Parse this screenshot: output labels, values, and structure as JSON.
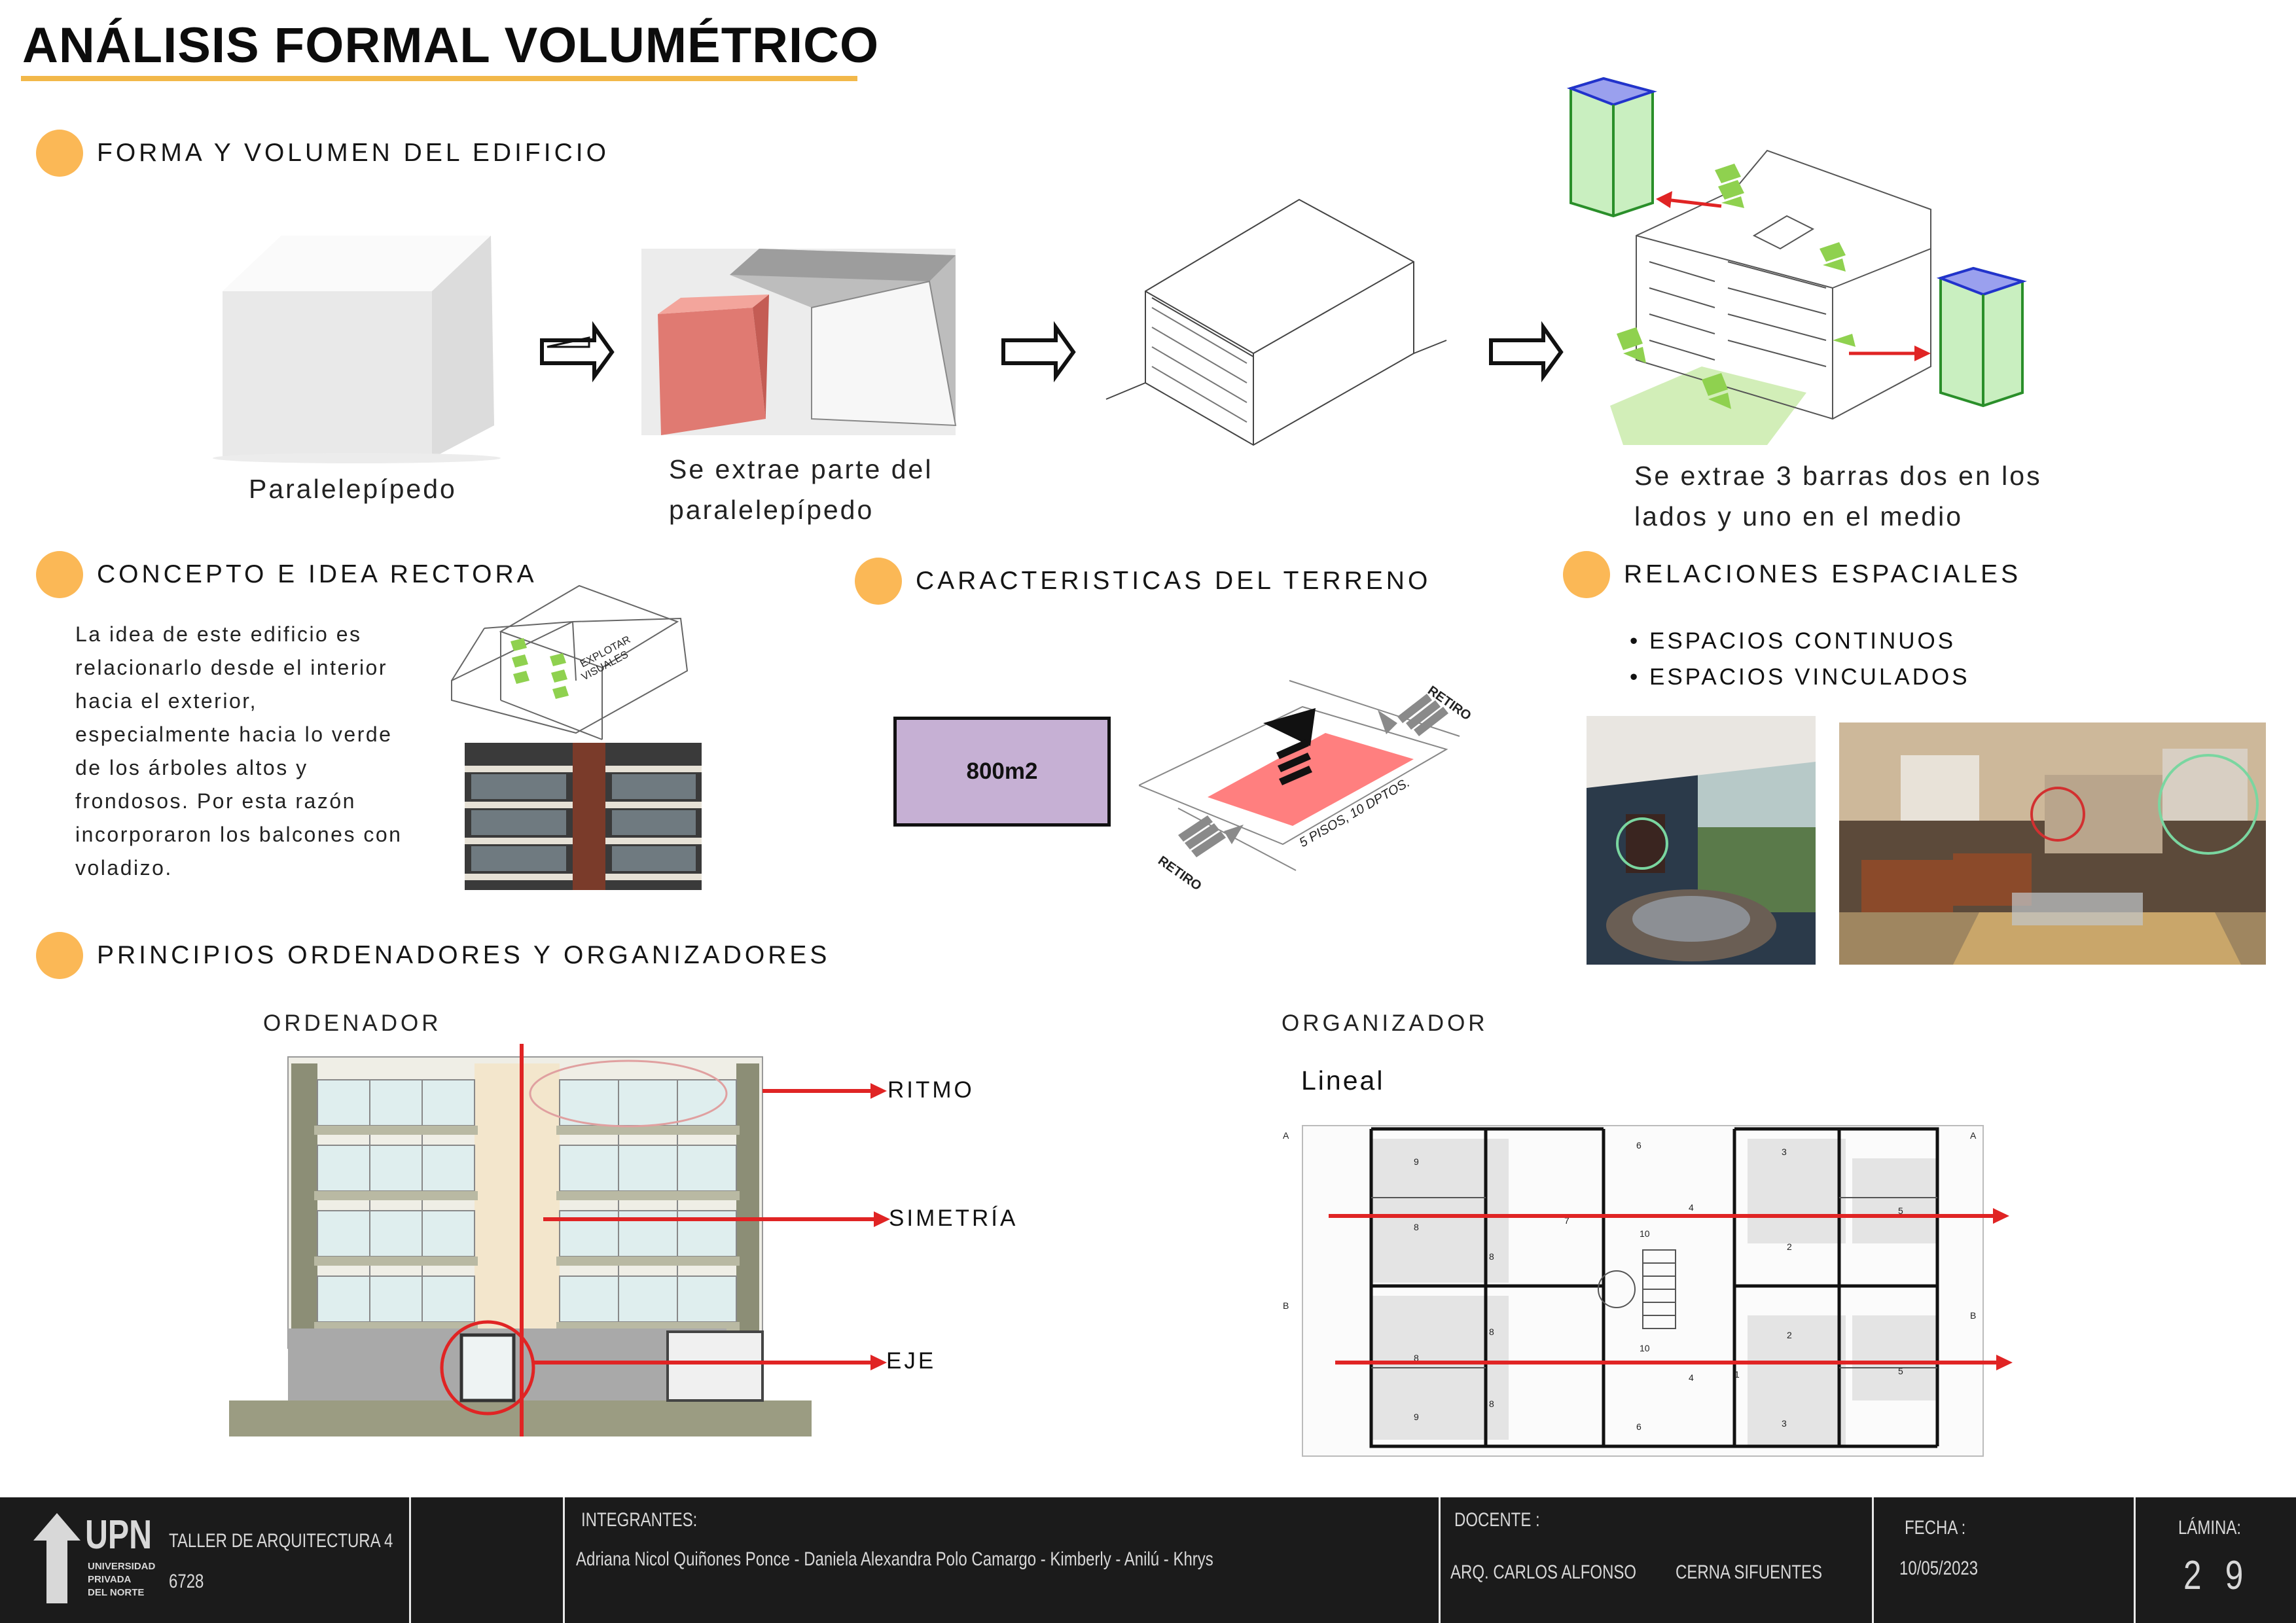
{
  "title": "ANÁLISIS FORMAL VOLUMÉTRICO",
  "sections": {
    "forma": "FORMA Y VOLUMEN DEL EDIFICIO",
    "concepto": "CONCEPTO E IDEA RECTORA",
    "terreno": "CARACTERISTICAS DEL TERRENO",
    "relaciones": "RELACIONES ESPACIALES",
    "principios": "PRINCIPIOS ORDENADORES Y ORGANIZADORES"
  },
  "forma": {
    "caption1": "Paralelepípedo",
    "caption2_line1": "Se extrae parte del",
    "caption2_line2": "paralelepípedo",
    "caption3_line1": "Se extrae 3 barras dos en los",
    "caption3_line2": "lados y uno en el medio"
  },
  "concepto": {
    "lines": [
      "La idea de este edificio es",
      "relacionarlo desde el interior",
      "hacia el exterior,",
      "especialmente hacia lo verde",
      "de los árboles altos y",
      "frondosos. Por esta razón",
      "incorporaron los balcones con",
      "voladizo."
    ],
    "diagram_label_1": "EXPLOTAR",
    "diagram_label_2": "VISUALES"
  },
  "terreno": {
    "area": "800m2",
    "retiro_top": "RETIRO",
    "retiro_bottom": "RETIRO",
    "pisos": "5 PISOS, 10 DPTOS."
  },
  "relaciones": {
    "items": [
      "ESPACIOS CONTINUOS",
      "ESPACIOS VINCULADOS"
    ]
  },
  "principios": {
    "ordenador": "ORDENADOR",
    "organizador": "ORGANIZADOR",
    "lineal": "Lineal",
    "ritmo": "RITMO",
    "simetria": "SIMETRÍA",
    "eje": "EJE"
  },
  "plan_labels": {
    "a": "A",
    "b": "B",
    "rooms": [
      "9",
      "8",
      "6",
      "7",
      "4",
      "10",
      "3",
      "5",
      "2",
      "8",
      "8",
      "8",
      "9",
      "10",
      "4",
      "1",
      "2",
      "5",
      "3",
      "6",
      "8"
    ]
  },
  "footer": {
    "logo": "UPN",
    "logo_sub1": "UNIVERSIDAD",
    "logo_sub2": "PRIVADA",
    "logo_sub3": "DEL NORTE",
    "course": "TALLER DE ARQUITECTURA  4",
    "code": "6728",
    "integrantes_label": "INTEGRANTES:",
    "integrantes": "Adriana Nicol Quiñones Ponce - Daniela Alexandra Polo Camargo - Kimberly - Anilú - Khrys",
    "docente_label": "DOCENTE :",
    "docente_1": "ARQ. CARLOS ALFONSO",
    "docente_2": "CERNA SIFUENTES",
    "fecha_label": "FECHA :",
    "fecha": "10/05/2023",
    "lamina_label": "LÁMINA:",
    "lamina": "2 9"
  },
  "colors": {
    "accent_yellow": "#fbb856",
    "red": "#e02424",
    "green": "#8fd14f",
    "footer_bg": "#1b1b1b",
    "terrain_box": "#c6b0d4",
    "terrain_plot": "#ff7f7f"
  }
}
